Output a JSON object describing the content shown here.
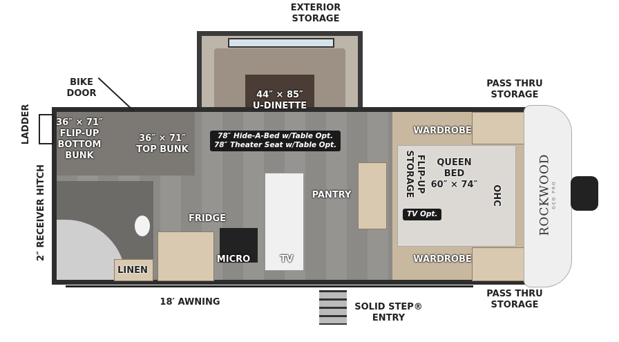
{
  "labels": {
    "exterior_storage": [
      "EXTERIOR",
      "STORAGE"
    ],
    "bike_door": [
      "BIKE",
      "DOOR"
    ],
    "ladder": "LADDER",
    "receiver_hitch": "2″ RECEIVER HITCH",
    "bottom_bunk": [
      "36″ × 71″",
      "FLIP-UP",
      "BOTTOM",
      "BUNK"
    ],
    "top_bunk": [
      "36″ × 71″",
      "TOP BUNK"
    ],
    "dinette": [
      "44″ × 85″",
      "U-DINETTE"
    ],
    "dinette_options": [
      "78″ Hide-A-Bed w/Table Opt.",
      "78″ Theater Seat w/Table Opt."
    ],
    "wardrobe_top": "WARDROBE",
    "wardrobe_bottom": "WARDROBE",
    "flip_up_storage": [
      "FLIP-UP",
      "STORAGE"
    ],
    "queen_bed": [
      "QUEEN",
      "BED",
      "60″ × 74″"
    ],
    "ohc": "OHC",
    "tv_opt": "TV Opt.",
    "pantry": "PANTRY",
    "fridge": "FRIDGE",
    "micro": "MICRO",
    "tv": "TV",
    "linen": "LINEN",
    "awning": "18′ AWNING",
    "entry": [
      "SOLID STEP®",
      "ENTRY"
    ],
    "pass_thru_top": [
      "PASS THRU",
      "STORAGE"
    ],
    "pass_thru_bottom": [
      "PASS THRU",
      "STORAGE"
    ]
  },
  "logo": {
    "brand": "ROCKWOOD",
    "model": "GEO PRO"
  }
}
